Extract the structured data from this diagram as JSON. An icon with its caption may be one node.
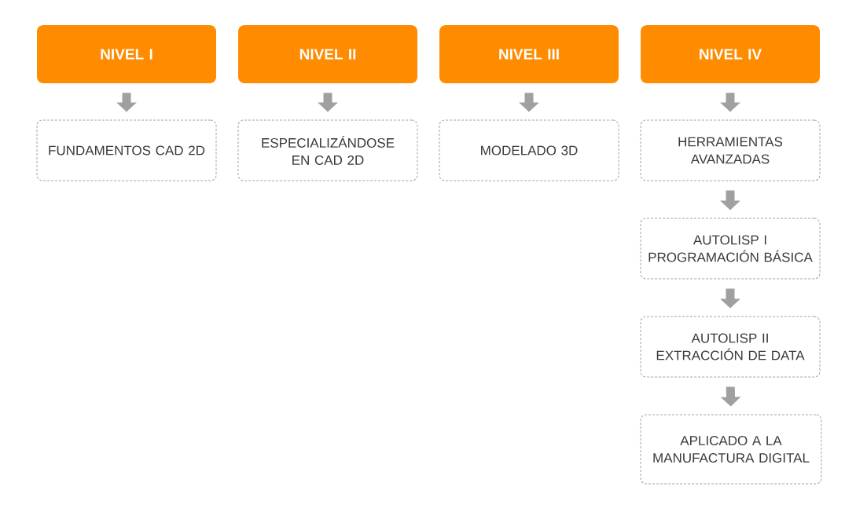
{
  "diagram": {
    "nodes": [
      {
        "text": [
          "NIVEL I"
        ]
      },
      {
        "text": [
          "NIVEL II"
        ]
      },
      {
        "text": [
          "NIVEL III"
        ]
      },
      {
        "text": [
          "NIVEL IV"
        ]
      },
      {
        "text": [
          "FUNDAMENTOS CAD 2D"
        ]
      },
      {
        "text": [
          "ESPECIALIZÁNDOSE EN CAD 2D"
        ]
      },
      {
        "text": [
          "MODELADO 3D"
        ]
      },
      {
        "text": [
          "HERRAMIENTAS AVANZADAS"
        ]
      },
      {
        "text": [
          "AUTOLISP I PROGRAMACIÓN BÁSICA"
        ]
      },
      {
        "text": [
          "AUTOLISP II EXTRACCIÓN DE DATA"
        ]
      },
      {
        "text": [
          "APLICADO A LA MANUFACTURA DIGITAL"
        ]
      }
    ],
    "edges": [
      {
        "from": 0,
        "to": 4,
        "arrow": "to"
      },
      {
        "from": 1,
        "to": 5,
        "arrow": "to"
      },
      {
        "from": 2,
        "to": 6,
        "arrow": "to"
      },
      {
        "from": 3,
        "to": 7,
        "arrow": "to"
      },
      {
        "from": 7,
        "to": 8,
        "arrow": "to"
      },
      {
        "from": 8,
        "to": 9,
        "arrow": "to"
      },
      {
        "from": 9,
        "to": 10,
        "arrow": "to"
      }
    ]
  }
}
